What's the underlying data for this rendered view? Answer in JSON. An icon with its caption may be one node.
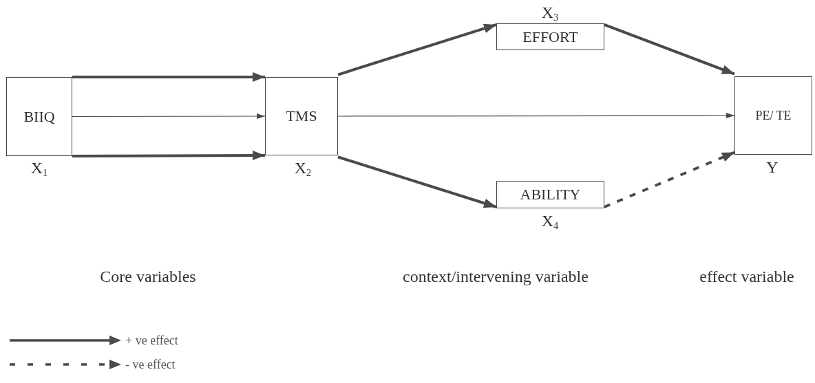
{
  "diagram": {
    "nodes": [
      {
        "text": [
          "BIIQ"
        ],
        "beside": [
          "X$_{1}$"
        ]
      },
      {
        "text": [
          "TMS"
        ],
        "beside": [
          "X$_{2}$"
        ]
      },
      {
        "text": [
          "EFFORT"
        ],
        "beside": [
          "X$_{3}$"
        ]
      },
      {
        "text": [
          "PE/ TE"
        ],
        "beside": [
          "Y"
        ]
      },
      {
        "text": [
          "ABILITY"
        ],
        "beside": [
          "X$_{4}$"
        ]
      }
    ],
    "edges": [
      {
        "from": 0,
        "to": 1,
        "arrow": "to"
      },
      {
        "from": 0,
        "to": 1,
        "arrow": "to"
      },
      {
        "from": 0,
        "to": 1,
        "arrow": "to"
      },
      {
        "from": 1,
        "to": 2,
        "arrow": "to"
      },
      {
        "from": 2,
        "to": 3,
        "arrow": "to"
      },
      {
        "from": 1,
        "to": 3,
        "arrow": "to"
      },
      {
        "from": 1,
        "to": 4,
        "arrow": "to"
      },
      {
        "from": 4,
        "to": 3,
        "arrow": "to",
        "style": "dashed"
      }
    ],
    "labels": [
      "Core variables",
      "context/intervening variable",
      "effect variable"
    ],
    "legend": [
      {
        "text": "+ ve effect"
      },
      {
        "text": "- ve effect"
      }
    ]
  }
}
